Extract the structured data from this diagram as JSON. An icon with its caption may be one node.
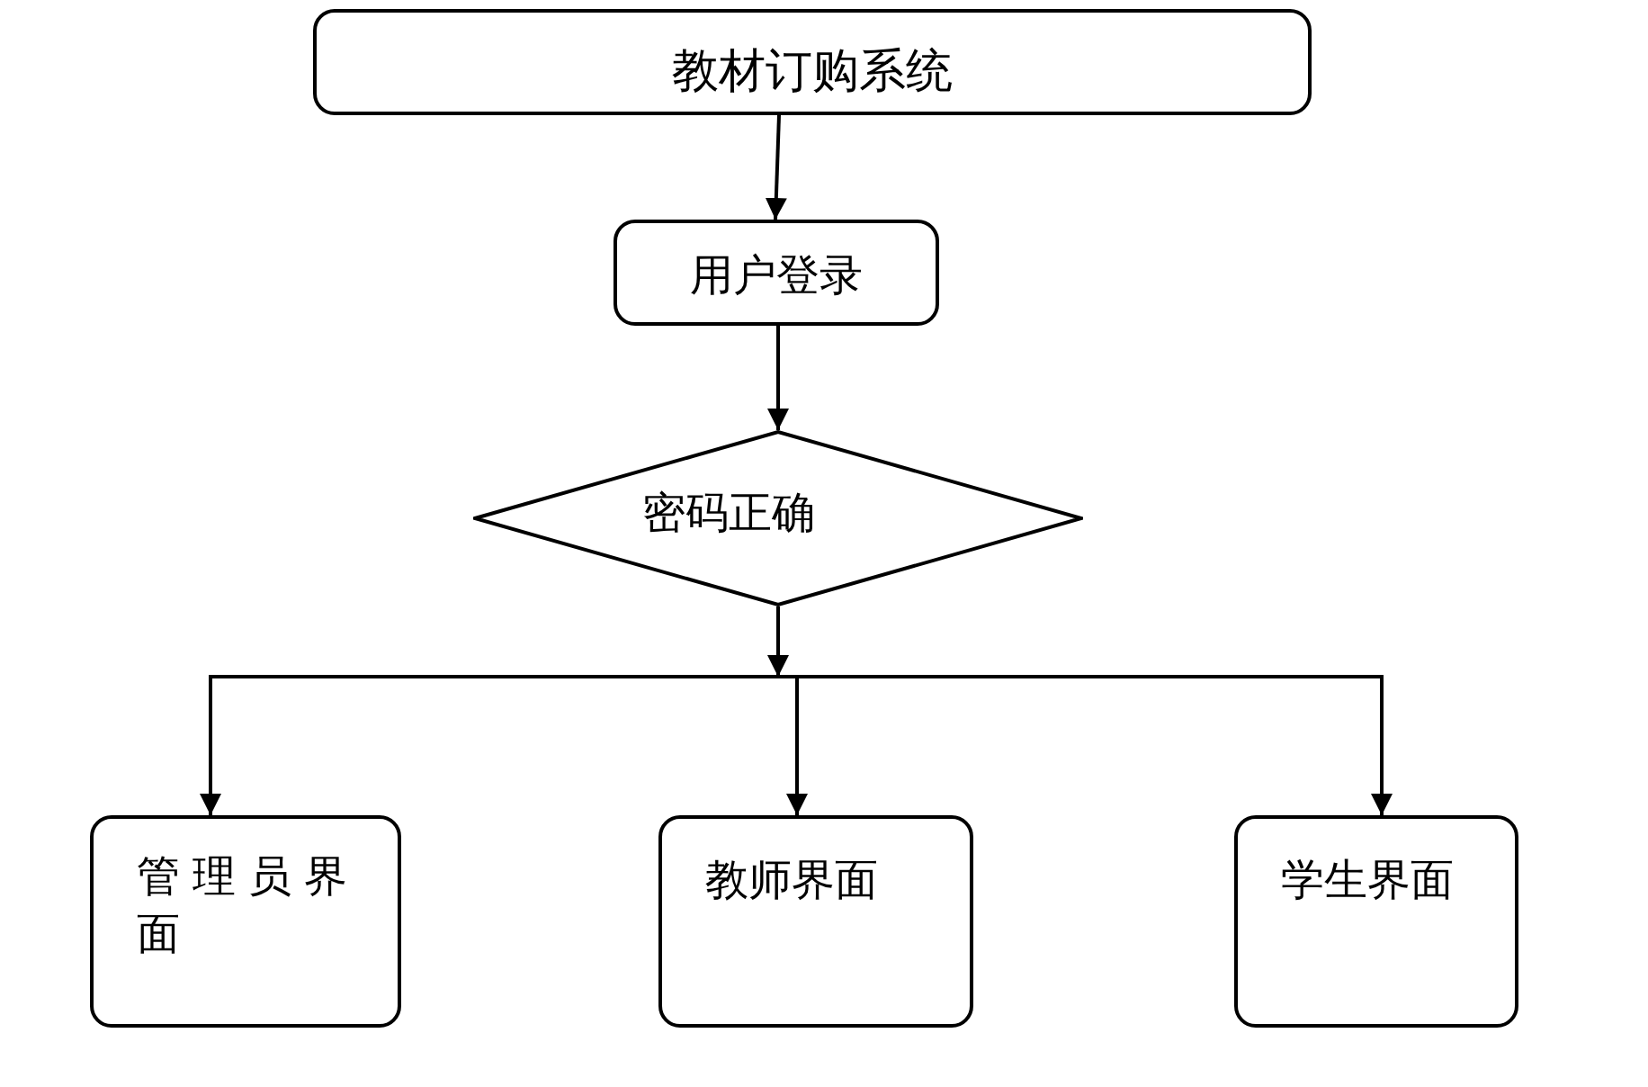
{
  "diagram": {
    "nodes": [
      {
        "text": [
          "教材订购系统"
        ]
      },
      {
        "text": [
          "用户登录"
        ]
      },
      {
        "text": [
          "密码正确"
        ]
      },
      {
        "text": [
          "管理员界面"
        ]
      },
      {
        "text": [
          "教师界面"
        ]
      },
      {
        "text": [
          "学生界面"
        ]
      }
    ],
    "edges": [
      {
        "from": 0,
        "to": 1,
        "arrow": "to"
      },
      {
        "from": 1,
        "to": 2,
        "arrow": "to"
      },
      {
        "from": 2,
        "to": 3,
        "arrow": "to"
      },
      {
        "from": 2,
        "to": 4,
        "arrow": "to"
      },
      {
        "from": 2,
        "to": 5,
        "arrow": "to"
      }
    ]
  }
}
